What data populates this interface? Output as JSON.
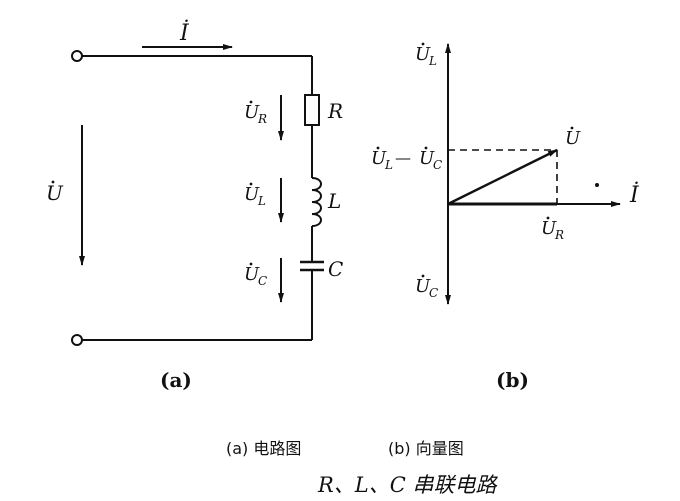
{
  "circuit": {
    "current_label": "İ",
    "voltage_label": "U",
    "ur_label": "U",
    "ur_sub": "R",
    "ul_label": "U",
    "ul_sub": "L",
    "uc_label": "U",
    "uc_sub": "C",
    "resistor_label": "R",
    "inductor_label": "L",
    "capacitor_label": "C",
    "panel_label": "(a)"
  },
  "phasor": {
    "ul_label": "U",
    "ul_sub": "L",
    "uc_label": "U",
    "uc_sub": "C",
    "diff_a": "U",
    "diff_a_sub": "L",
    "diff_dash": "—",
    "diff_b": "U",
    "diff_b_sub": "C",
    "u_label": "U",
    "ur_label": "U",
    "ur_sub": "R",
    "i_label": "İ",
    "panel_label": "(b)"
  },
  "caption": {
    "line1_a": "(a) 电路图",
    "line1_b": "(b) 向量图",
    "title": "R、L、C 串联电路"
  }
}
